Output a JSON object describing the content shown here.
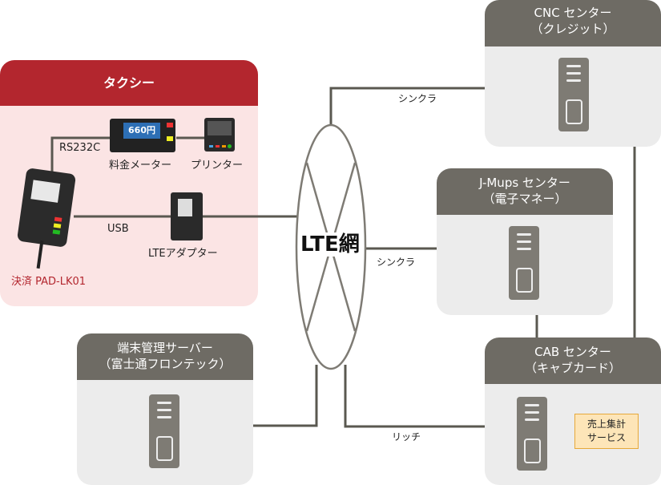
{
  "taxi": {
    "title": "タクシー",
    "devices": {
      "fare_meter": {
        "label": "料金メーター",
        "display": "660円"
      },
      "printer": {
        "label": "プリンター"
      },
      "lte_adapter": {
        "label": "LTEアダプター"
      },
      "payment_terminal": {
        "label": "決済 PAD-LK01"
      }
    },
    "links": {
      "rs232c": "RS232C",
      "usb": "USB"
    }
  },
  "network": {
    "label": "LTE網"
  },
  "centers": {
    "cnc": {
      "line1": "CNC センター",
      "line2": "（クレジット）"
    },
    "jmups": {
      "line1": "J-Mups センター",
      "line2": "（電子マネー）"
    },
    "cab": {
      "line1": "CAB センター",
      "line2": "（キャブカード）",
      "service_line1": "売上集計",
      "service_line2": "サービス"
    },
    "mgmt": {
      "line1": "端末管理サーバー",
      "line2": "（富士通フロンテック）"
    }
  },
  "link_labels": {
    "cnc": "シンクラ",
    "jmups": "シンクラ",
    "cab": "リッチ"
  },
  "colors": {
    "taxi_header": "#b3262e",
    "taxi_body": "#fbe4e4",
    "center_header": "#6e6b64",
    "center_body": "#ececec",
    "service_fill": "#fde5b8",
    "line": "#5a5850"
  }
}
